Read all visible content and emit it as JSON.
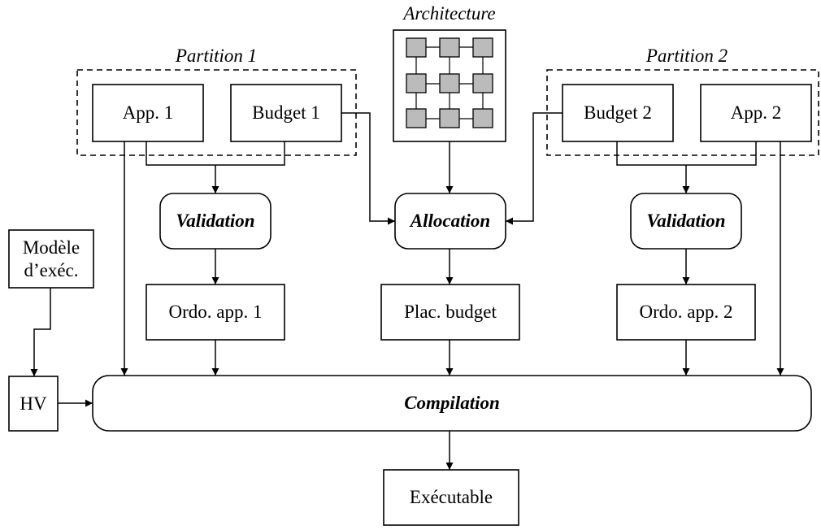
{
  "diagram": {
    "architecture_title": "Architecture",
    "partition1": {
      "title": "Partition 1",
      "app": "App. 1",
      "budget": "Budget 1",
      "validation": "Validation",
      "schedule": "Ordo. app. 1"
    },
    "partition2": {
      "title": "Partition 2",
      "app": "App. 2",
      "budget": "Budget 2",
      "validation": "Validation",
      "schedule": "Ordo. app. 2"
    },
    "allocation": "Allocation",
    "placement": "Plac. budget",
    "exec_model_line1": "Modèle",
    "exec_model_line2": "d’exéc.",
    "hv": "HV",
    "compilation": "Compilation",
    "executable": "Exécutable"
  },
  "colors": {
    "stroke": "#000000",
    "core_fill": "#bbbbbb",
    "background": "#ffffff"
  }
}
